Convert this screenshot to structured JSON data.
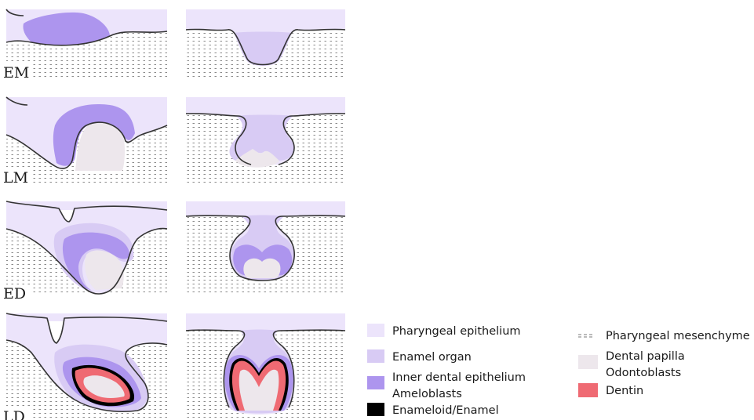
{
  "stages": [
    {
      "label": "EM"
    },
    {
      "label": "LM"
    },
    {
      "label": "ED"
    },
    {
      "label": "LD"
    }
  ],
  "colors": {
    "pharyngeal_epithelium": "#ece4fb",
    "enamel_organ": "#d8cbf4",
    "inner_dental_epithelium": "#ad95ee",
    "enameloid": "#000000",
    "dental_papilla": "#ede7ec",
    "dentin": "#ef6a73",
    "mesenchyme_dot": "#8a8a8a"
  },
  "legend": {
    "left": [
      {
        "label": "Pharyngeal epithelium",
        "swatch": "pharyngeal_epithelium"
      },
      {
        "label": "Enamel organ",
        "swatch": "enamel_organ"
      },
      {
        "label": "Inner dental epithelium",
        "label2": "Ameloblasts",
        "swatch": "inner_dental_epithelium"
      },
      {
        "label": "Enameloid/Enamel",
        "swatch": "enameloid"
      }
    ],
    "right": [
      {
        "label": "Pharyngeal mesenchyme",
        "swatch": "mesenchyme"
      },
      {
        "label": "Dental papilla",
        "label2": "Odontoblasts",
        "swatch": "dental_papilla"
      },
      {
        "label": "Dentin",
        "swatch": "dentin"
      }
    ]
  }
}
